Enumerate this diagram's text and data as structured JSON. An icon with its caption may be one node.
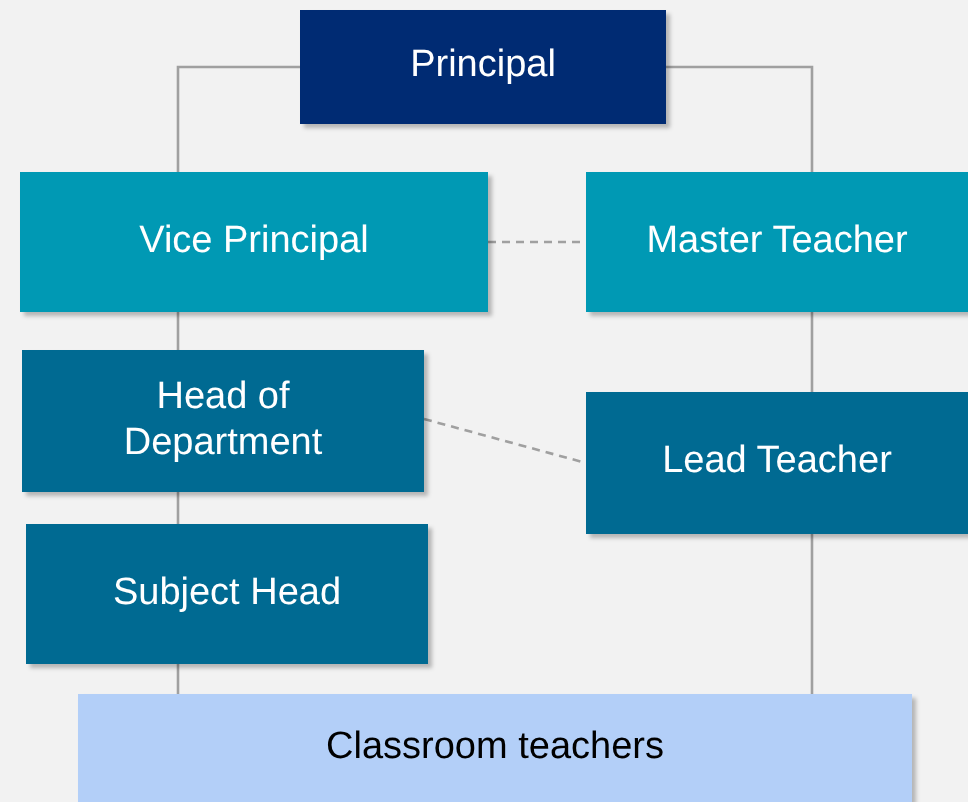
{
  "diagram": {
    "nodes": [
      {
        "text": [
          "Principal"
        ]
      },
      {
        "text": [
          "Vice Principal"
        ]
      },
      {
        "text": [
          "Master Teacher"
        ]
      },
      {
        "text": [
          "Head of Department"
        ]
      },
      {
        "text": [
          "Lead Teacher"
        ]
      },
      {
        "text": [
          "Subject Head"
        ]
      },
      {
        "text": [
          "Classroom teachers"
        ]
      }
    ],
    "edges": [
      {
        "from": 0,
        "to": 1,
        "arrow": "none"
      },
      {
        "from": 0,
        "to": 2,
        "arrow": "none"
      },
      {
        "from": 1,
        "to": 2,
        "arrow": "none",
        "style": "dashed"
      },
      {
        "from": 1,
        "to": 3,
        "arrow": "none"
      },
      {
        "from": 2,
        "to": 4,
        "arrow": "none"
      },
      {
        "from": 3,
        "to": 4,
        "arrow": "none",
        "style": "dashed"
      },
      {
        "from": 3,
        "to": 5,
        "arrow": "none"
      },
      {
        "from": 5,
        "to": 6,
        "arrow": "none"
      },
      {
        "from": 4,
        "to": 6,
        "arrow": "none"
      }
    ]
  }
}
